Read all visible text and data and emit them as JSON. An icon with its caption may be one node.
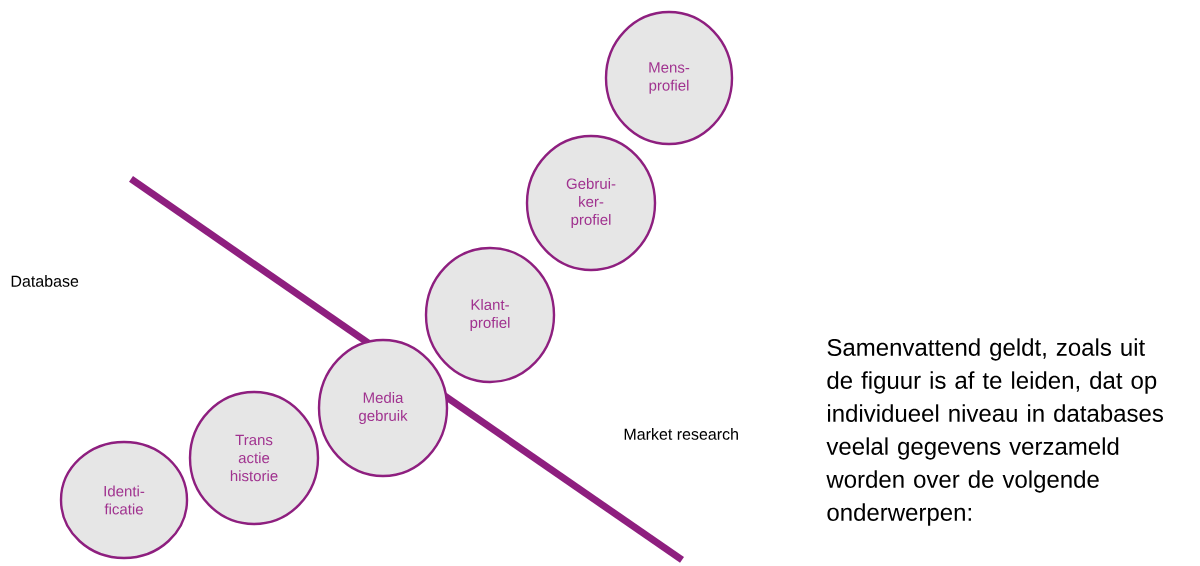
{
  "diagram": {
    "nodes": [
      {
        "text": [
          "Identi- ficatie"
        ]
      },
      {
        "text": [
          "Trans actie historie"
        ]
      },
      {
        "text": [
          "Media gebruik"
        ]
      },
      {
        "text": [
          "Klant- profiel"
        ]
      },
      {
        "text": [
          "Gebrui- ker- profiel"
        ]
      },
      {
        "text": [
          "Mens- profiel"
        ]
      }
    ],
    "labels": [
      "Database",
      "Market research",
      "Samenvattend geldt, zoals uit de figuur is af te leiden, dat op individueel niveau in databases veelal gegevens verzameld worden over de volgende onderwerpen:"
    ]
  }
}
